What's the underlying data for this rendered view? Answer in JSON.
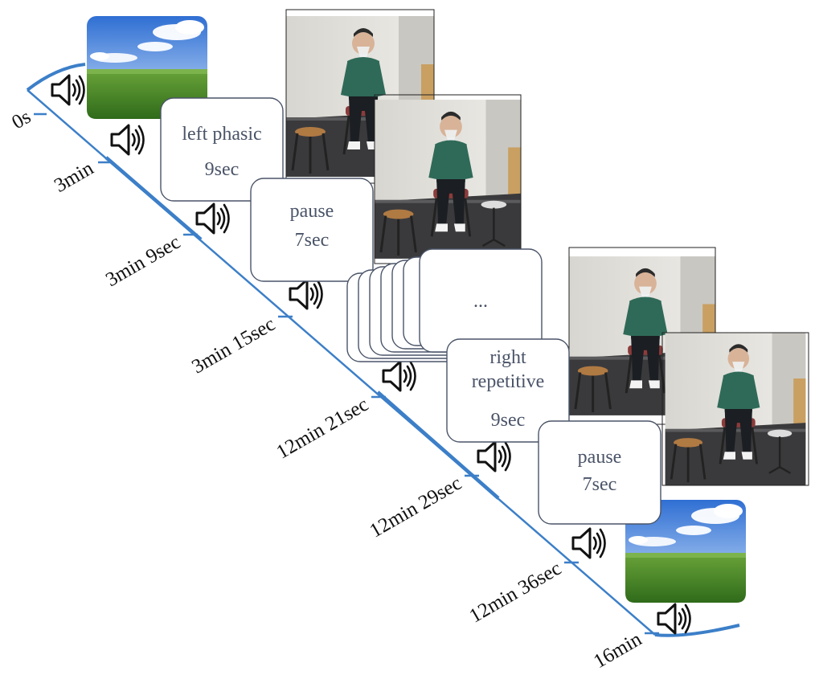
{
  "colors": {
    "timeline": "#3c7fc8",
    "card_text": "#4a5468",
    "card_border": "#4a5468",
    "sky_top": "#2f6fd3",
    "sky_bottom": "#cfe3fb",
    "grass_top": "#6aa43a",
    "grass_bottom": "#2f6b1a"
  },
  "timeline": {
    "ticks": [
      {
        "label": "0s"
      },
      {
        "label": "3min"
      },
      {
        "label": "3min 9sec"
      },
      {
        "label": "3min 15sec"
      },
      {
        "label": "12min 21sec"
      },
      {
        "label": "12min 29sec"
      },
      {
        "label": "12min 36sec"
      },
      {
        "label": "16min"
      }
    ]
  },
  "cards": {
    "left_phasic": {
      "line1": "left phasic",
      "line2": "9sec"
    },
    "pause_1": {
      "line1": "pause",
      "line2": "7sec"
    },
    "ellipsis": {
      "text": "..."
    },
    "right_repetitive": {
      "line1": "right",
      "line2": "repetitive",
      "line3": "9sec"
    },
    "pause_2": {
      "line1": "pause",
      "line2": "7sec"
    }
  },
  "icons": {
    "audio_cue": "speaker-icon",
    "landscape": "meadow-landscape-image",
    "participant": "participant-photo"
  }
}
